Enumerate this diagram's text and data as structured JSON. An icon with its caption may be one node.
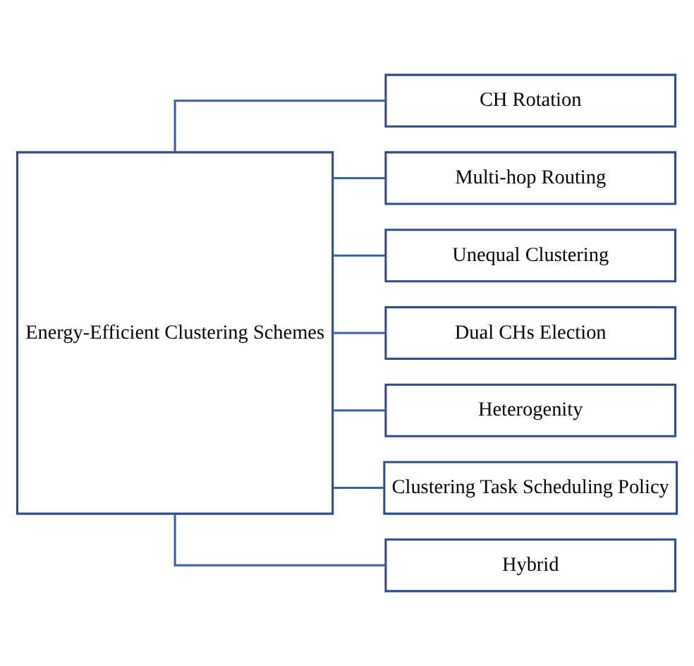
{
  "diagram": {
    "nodes": [
      {
        "text": [
          "Energy-Efficient Clustering Schemes"
        ]
      },
      {
        "text": [
          "CH Rotation"
        ]
      },
      {
        "text": [
          "Multi-hop Routing"
        ]
      },
      {
        "text": [
          "Unequal Clustering"
        ]
      },
      {
        "text": [
          "Dual CHs Election"
        ]
      },
      {
        "text": [
          "Heterogenity"
        ]
      },
      {
        "text": [
          "Clustering Task Scheduling Policy"
        ]
      },
      {
        "text": [
          "Hybrid"
        ]
      }
    ],
    "edges": [
      {
        "from": 0,
        "to": 1,
        "arrow": "none"
      },
      {
        "from": 0,
        "to": 2,
        "arrow": "none"
      },
      {
        "from": 0,
        "to": 3,
        "arrow": "none"
      },
      {
        "from": 0,
        "to": 4,
        "arrow": "none"
      },
      {
        "from": 0,
        "to": 5,
        "arrow": "none"
      },
      {
        "from": 0,
        "to": 6,
        "arrow": "none"
      },
      {
        "from": 0,
        "to": 7,
        "arrow": "none"
      }
    ]
  }
}
